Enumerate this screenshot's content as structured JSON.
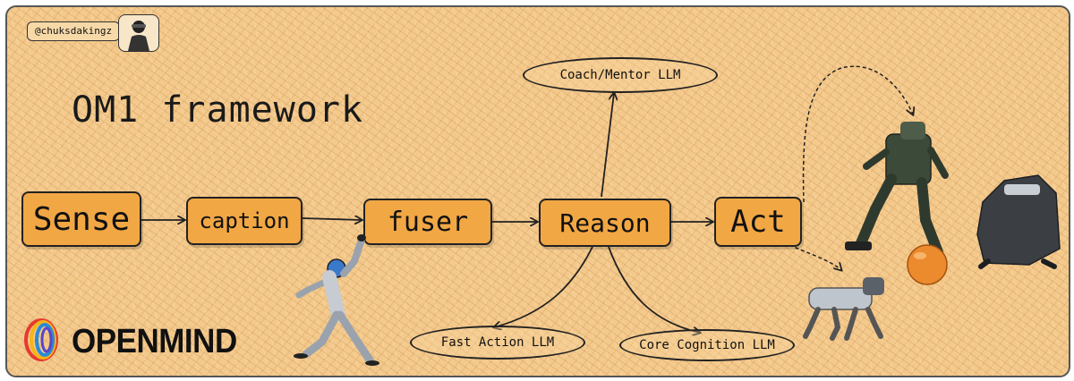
{
  "handle": "@chuksdakingz",
  "title": "OM1 framework",
  "pipeline": {
    "sense": "Sense",
    "caption": "caption",
    "fuser": "fuser",
    "reason": "Reason",
    "act": "Act"
  },
  "llms": {
    "coach": "Coach/Mentor LLM",
    "fast": "Fast Action LLM",
    "core": "Core Cognition LLM"
  },
  "brand": {
    "name": "OPENMIND",
    "colors": [
      "#e63a2f",
      "#f6b418",
      "#2a8ad8",
      "#5b46c9"
    ]
  },
  "colors": {
    "node_fill": "#f1a744",
    "background": "#f4c98c"
  },
  "icons": [
    "humanoid-robot-icon",
    "robot-dog-icon",
    "soccer-robot-icon",
    "crouching-robot-icon",
    "soccer-ball-icon"
  ]
}
